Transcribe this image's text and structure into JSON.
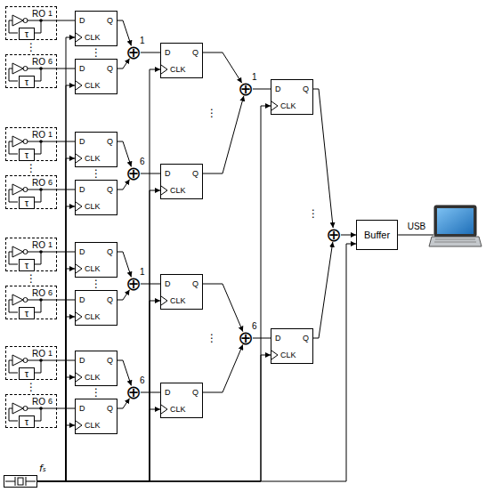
{
  "diagram": {
    "nodes": [
      {
        "text": [
          "RO",
          "1"
        ]
      },
      {
        "text": [
          "τ"
        ],
        "in": 0
      },
      {
        "text": [
          "RO",
          "6"
        ]
      },
      {
        "text": [
          "τ"
        ],
        "in": 2
      },
      {
        "text": [
          "D",
          "Q",
          "CLK"
        ]
      },
      {
        "text": [
          "D",
          "Q",
          "CLK"
        ]
      },
      {
        "text": [
          "⊕",
          "1"
        ]
      },
      {
        "text": [
          "RO",
          "1"
        ]
      },
      {
        "text": [
          "τ"
        ],
        "in": 7
      },
      {
        "text": [
          "RO",
          "6"
        ]
      },
      {
        "text": [
          "τ"
        ],
        "in": 9
      },
      {
        "text": [
          "D",
          "Q",
          "CLK"
        ]
      },
      {
        "text": [
          "D",
          "Q",
          "CLK"
        ]
      },
      {
        "text": [
          "⊕",
          "6"
        ]
      },
      {
        "text": [
          "RO",
          "1"
        ]
      },
      {
        "text": [
          "τ"
        ],
        "in": 14
      },
      {
        "text": [
          "RO",
          "6"
        ]
      },
      {
        "text": [
          "τ"
        ],
        "in": 16
      },
      {
        "text": [
          "D",
          "Q",
          "CLK"
        ]
      },
      {
        "text": [
          "D",
          "Q",
          "CLK"
        ]
      },
      {
        "text": [
          "⊕",
          "1"
        ]
      },
      {
        "text": [
          "RO",
          "1"
        ]
      },
      {
        "text": [
          "τ"
        ],
        "in": 21
      },
      {
        "text": [
          "RO",
          "6"
        ]
      },
      {
        "text": [
          "τ"
        ],
        "in": 23
      },
      {
        "text": [
          "D",
          "Q",
          "CLK"
        ]
      },
      {
        "text": [
          "D",
          "Q",
          "CLK"
        ]
      },
      {
        "text": [
          "⊕",
          "6"
        ]
      },
      {
        "text": [
          "D",
          "Q",
          "CLK"
        ]
      },
      {
        "text": [
          "D",
          "Q",
          "CLK"
        ]
      },
      {
        "text": [
          "D",
          "Q",
          "CLK"
        ]
      },
      {
        "text": [
          "D",
          "Q",
          "CLK"
        ]
      },
      {
        "text": [
          "⊕",
          "1"
        ]
      },
      {
        "text": [
          "⊕",
          "6"
        ]
      },
      {
        "text": [
          "D",
          "Q",
          "CLK"
        ]
      },
      {
        "text": [
          "D",
          "Q",
          "CLK"
        ]
      },
      {
        "text": [
          "⊕"
        ]
      },
      {
        "text": [
          "Buffer"
        ]
      },
      {
        "text": [
          "fₛ"
        ]
      }
    ],
    "edges": [
      {
        "from": 0,
        "to": 4,
        "arrow": "none"
      },
      {
        "from": 2,
        "to": 5,
        "arrow": "none"
      },
      {
        "from": 4,
        "to": 6,
        "arrow": "to"
      },
      {
        "from": 5,
        "to": 6,
        "arrow": "to"
      },
      {
        "from": 6,
        "to": 28,
        "arrow": "none"
      },
      {
        "from": 7,
        "to": 11,
        "arrow": "none"
      },
      {
        "from": 9,
        "to": 12,
        "arrow": "none"
      },
      {
        "from": 11,
        "to": 13,
        "arrow": "to"
      },
      {
        "from": 12,
        "to": 13,
        "arrow": "to"
      },
      {
        "from": 13,
        "to": 29,
        "arrow": "none"
      },
      {
        "from": 14,
        "to": 18,
        "arrow": "none"
      },
      {
        "from": 16,
        "to": 19,
        "arrow": "none"
      },
      {
        "from": 18,
        "to": 20,
        "arrow": "to"
      },
      {
        "from": 19,
        "to": 20,
        "arrow": "to"
      },
      {
        "from": 20,
        "to": 30,
        "arrow": "none"
      },
      {
        "from": 21,
        "to": 25,
        "arrow": "none"
      },
      {
        "from": 23,
        "to": 26,
        "arrow": "none"
      },
      {
        "from": 25,
        "to": 27,
        "arrow": "to"
      },
      {
        "from": 26,
        "to": 27,
        "arrow": "to"
      },
      {
        "from": 27,
        "to": 31,
        "arrow": "none"
      },
      {
        "from": 28,
        "to": 32,
        "arrow": "to"
      },
      {
        "from": 29,
        "to": 32,
        "arrow": "to"
      },
      {
        "from": 30,
        "to": 33,
        "arrow": "to"
      },
      {
        "from": 31,
        "to": 33,
        "arrow": "to"
      },
      {
        "from": 32,
        "to": 34,
        "arrow": "none"
      },
      {
        "from": 33,
        "to": 35,
        "arrow": "none"
      },
      {
        "from": 34,
        "to": 36,
        "arrow": "to"
      },
      {
        "from": 35,
        "to": 36,
        "arrow": "to"
      },
      {
        "from": 36,
        "to": 37,
        "arrow": "to"
      },
      {
        "from": 38,
        "to": 4,
        "arrow": "to"
      },
      {
        "from": 38,
        "to": 5,
        "arrow": "to"
      },
      {
        "from": 38,
        "to": 11,
        "arrow": "to"
      },
      {
        "from": 38,
        "to": 12,
        "arrow": "to"
      },
      {
        "from": 38,
        "to": 18,
        "arrow": "to"
      },
      {
        "from": 38,
        "to": 19,
        "arrow": "to"
      },
      {
        "from": 38,
        "to": 25,
        "arrow": "to"
      },
      {
        "from": 38,
        "to": 26,
        "arrow": "to"
      },
      {
        "from": 38,
        "to": 28,
        "arrow": "to"
      },
      {
        "from": 38,
        "to": 29,
        "arrow": "to"
      },
      {
        "from": 38,
        "to": 30,
        "arrow": "to"
      },
      {
        "from": 38,
        "to": 31,
        "arrow": "to"
      },
      {
        "from": 38,
        "to": 34,
        "arrow": "to"
      },
      {
        "from": 38,
        "to": 35,
        "arrow": "to"
      },
      {
        "from": 38,
        "to": 37,
        "arrow": "to"
      }
    ],
    "labels": [
      "⋮",
      "⋮",
      "⋮",
      "⋮",
      "⋮",
      "⋮",
      "⋮",
      "⋮",
      "⋮",
      "⋮",
      "⋮",
      "USB"
    ]
  }
}
